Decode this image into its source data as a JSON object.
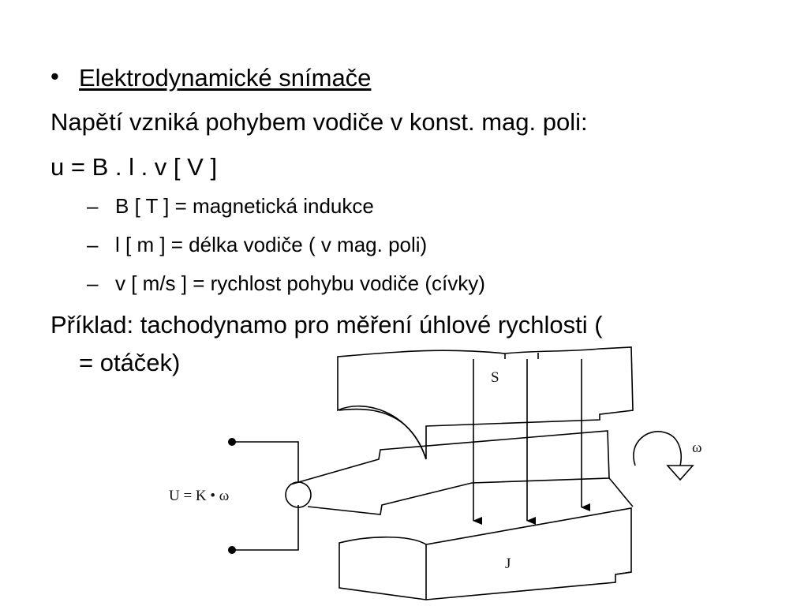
{
  "slide": {
    "heading": "Elektrodynamické snímače",
    "line1": "Napětí vzniká pohybem vodiče v konst. mag. poli:",
    "formula": "u = B . l . v [ V ]",
    "definitions": [
      "B [ T ] = magnetická indukce",
      "l [ m ] = délka vodiče ( v mag. poli)",
      "v [ m/s ] = rychlost pohybu vodiče (cívky)"
    ],
    "example_line1": "Příklad: tachodynamo pro měření úhlové rychlosti (",
    "example_line2": "= otáček)"
  },
  "diagram": {
    "label_S": "S",
    "label_J": "J",
    "label_omega": "ω",
    "label_formula": "U = K • ω"
  }
}
